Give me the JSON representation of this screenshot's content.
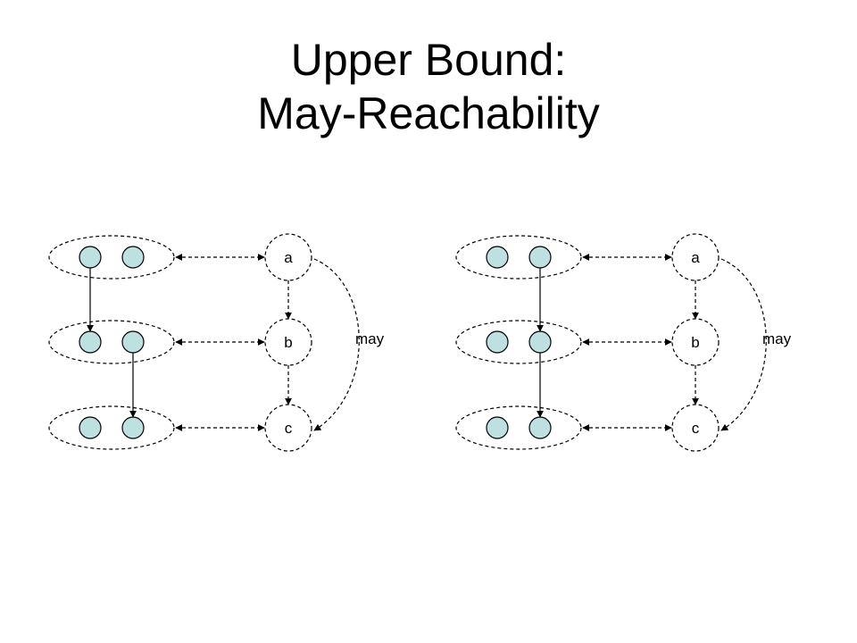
{
  "slide": {
    "title_line1": "Upper Bound:",
    "title_line2": "May-Reachability"
  },
  "diagrams": [
    {
      "nodes": [
        "a",
        "b",
        "c"
      ],
      "edge_label": "may"
    },
    {
      "nodes": [
        "a",
        "b",
        "c"
      ],
      "edge_label": "may"
    }
  ],
  "colors": {
    "dot_fill": "#bfe0e0",
    "stroke": "#000000"
  }
}
